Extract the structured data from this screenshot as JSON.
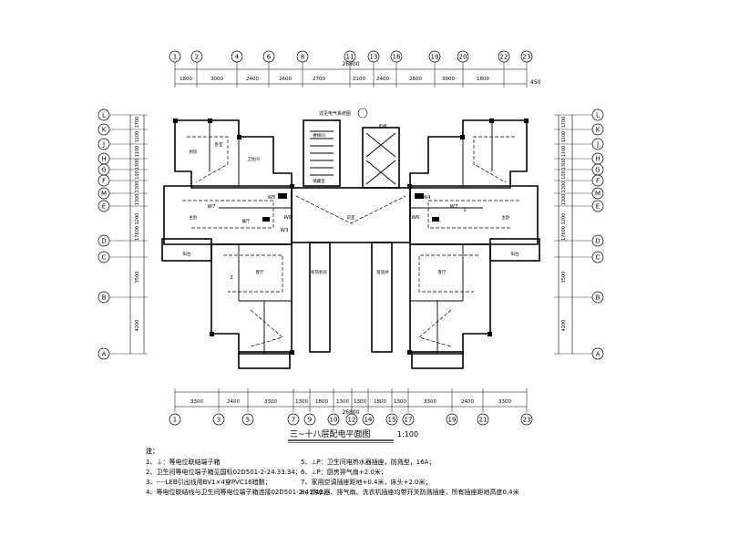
{
  "axes_top": [
    "1",
    "2",
    "4",
    "6",
    "8",
    "11",
    "13",
    "16",
    "18",
    "20",
    "22",
    "23"
  ],
  "axes_bottom": [
    "1",
    "3",
    "5",
    "7",
    "9",
    "10",
    "12",
    "14",
    "15",
    "17",
    "19",
    "21",
    "23"
  ],
  "axes_left": [
    "L",
    "K",
    "J",
    "H",
    "G",
    "F",
    "M",
    "E",
    "D",
    "C",
    "B",
    "A"
  ],
  "dims_top": [
    "1800",
    "3000",
    "2400",
    "2600",
    "2700",
    "2100",
    "2400",
    "2600",
    "3000",
    "1800"
  ],
  "dims_top_total": "26800",
  "dims_top_extra": "450",
  "dims_bottom": [
    "3300",
    "2400",
    "3300",
    "1300",
    "1800",
    "1300",
    "1300",
    "1800",
    "1300",
    "3300",
    "2400",
    "3300"
  ],
  "dims_bottom_total": "26800",
  "dims_side": [
    "1700",
    "1100",
    "1100",
    "1300",
    "100",
    "1300",
    "1300",
    "1200",
    "17600",
    "3500",
    "4200"
  ],
  "room_labels": [
    "卧室",
    "厨房",
    "卫生间",
    "餐厅",
    "主卧",
    "客厅",
    "阳台",
    "储藏室",
    "电梯",
    "前室",
    "楼梯间",
    "新风机房",
    "管道井",
    "主卧",
    "客厅",
    "阳台"
  ],
  "tag_labels": [
    "W7",
    "W7",
    "W8",
    "W3",
    "W5",
    "W4",
    "W6",
    "1",
    "2"
  ],
  "top_callout": "详见电气系统图",
  "title": "三~十八层配电平面图",
  "scale": "1:100",
  "notes_head": "注：",
  "notes_left": [
    "1、⏚：等电位联结端子箱",
    "2、卫生间等电位端子箱见国标02D501-2-24.33.34；",
    "3、----LEB引出线用BV1×4穿PVC16暗敷；",
    "4、等电位联结线与卫生间等电位端子箱连接02D501-2-41.42；"
  ],
  "notes_right": [
    "5、⊥P：卫生间电热水器插座，防溅型，16A；",
    "6、⊥P：厨房排气扇+2.0米；",
    "7、家用空调插座距地+0.4米，床头+2.0米；",
    "8、热水器、排气扇、洗衣机插座均带开关防溅插座，所有插座距地高度0.4米"
  ]
}
